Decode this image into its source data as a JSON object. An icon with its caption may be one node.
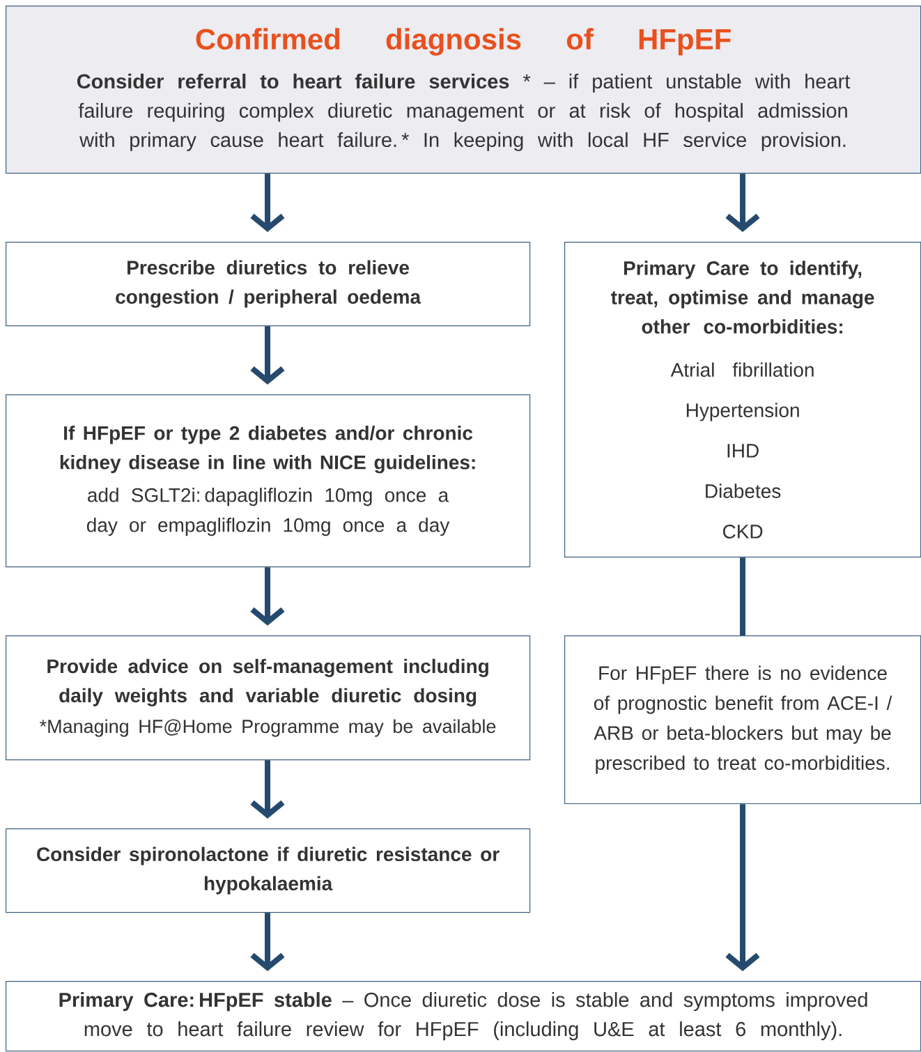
{
  "diagram": {
    "nodes": [
      {
        "text": [
          "Confirmed diagnosis of HFpEF",
          "**Consider referral to heart failure services** * – if patient unstable with heart failure requiring complex diuretic management or at risk of hospital admission with primary cause heart failure. * In keeping with local HF service provision."
        ]
      },
      {
        "text": [
          "Prescribe diuretics to relieve congestion / peripheral oedema"
        ]
      },
      {
        "text": [
          "If HFpEF or type 2 diabetes and/or chronic kidney disease in line with NICE guidelines:",
          "add SGLT2i: dapagliflozin 10mg once a day or empagliflozin 10mg once a day"
        ]
      },
      {
        "text": [
          "Provide advice on self-management including daily weights and variable diuretic dosing",
          "*Managing HF@Home Programme may be available"
        ]
      },
      {
        "text": [
          "Consider spironolactone if diuretic resistance or hypokalaemia"
        ]
      },
      {
        "text": [
          "Primary Care to identify, treat, optimise and manage other co-morbidities:",
          "Atrial fibrillation",
          "Hypertension",
          "IHD",
          "Diabetes",
          "CKD"
        ]
      },
      {
        "text": [
          "For HFpEF there is no evidence of prognostic benefit from ACE-I / ARB or beta-blockers but may be prescribed to treat co-morbidities."
        ]
      },
      {
        "text": [
          "**Primary Care: HFpEF stable** – Once diuretic dose is stable and symptoms improved move to heart failure review for HFpEF (including U&E at least 6 monthly)."
        ]
      }
    ],
    "edges": [
      {
        "from": 0,
        "to": 1,
        "arrow": "to"
      },
      {
        "from": 0,
        "to": 5,
        "arrow": "to"
      },
      {
        "from": 1,
        "to": 2,
        "arrow": "to"
      },
      {
        "from": 2,
        "to": 3,
        "arrow": "to"
      },
      {
        "from": 3,
        "to": 4,
        "arrow": "to"
      },
      {
        "from": 4,
        "to": 7,
        "arrow": "to"
      },
      {
        "from": 5,
        "to": 6,
        "arrow": "none"
      },
      {
        "from": 6,
        "to": 7,
        "arrow": "to"
      }
    ]
  }
}
